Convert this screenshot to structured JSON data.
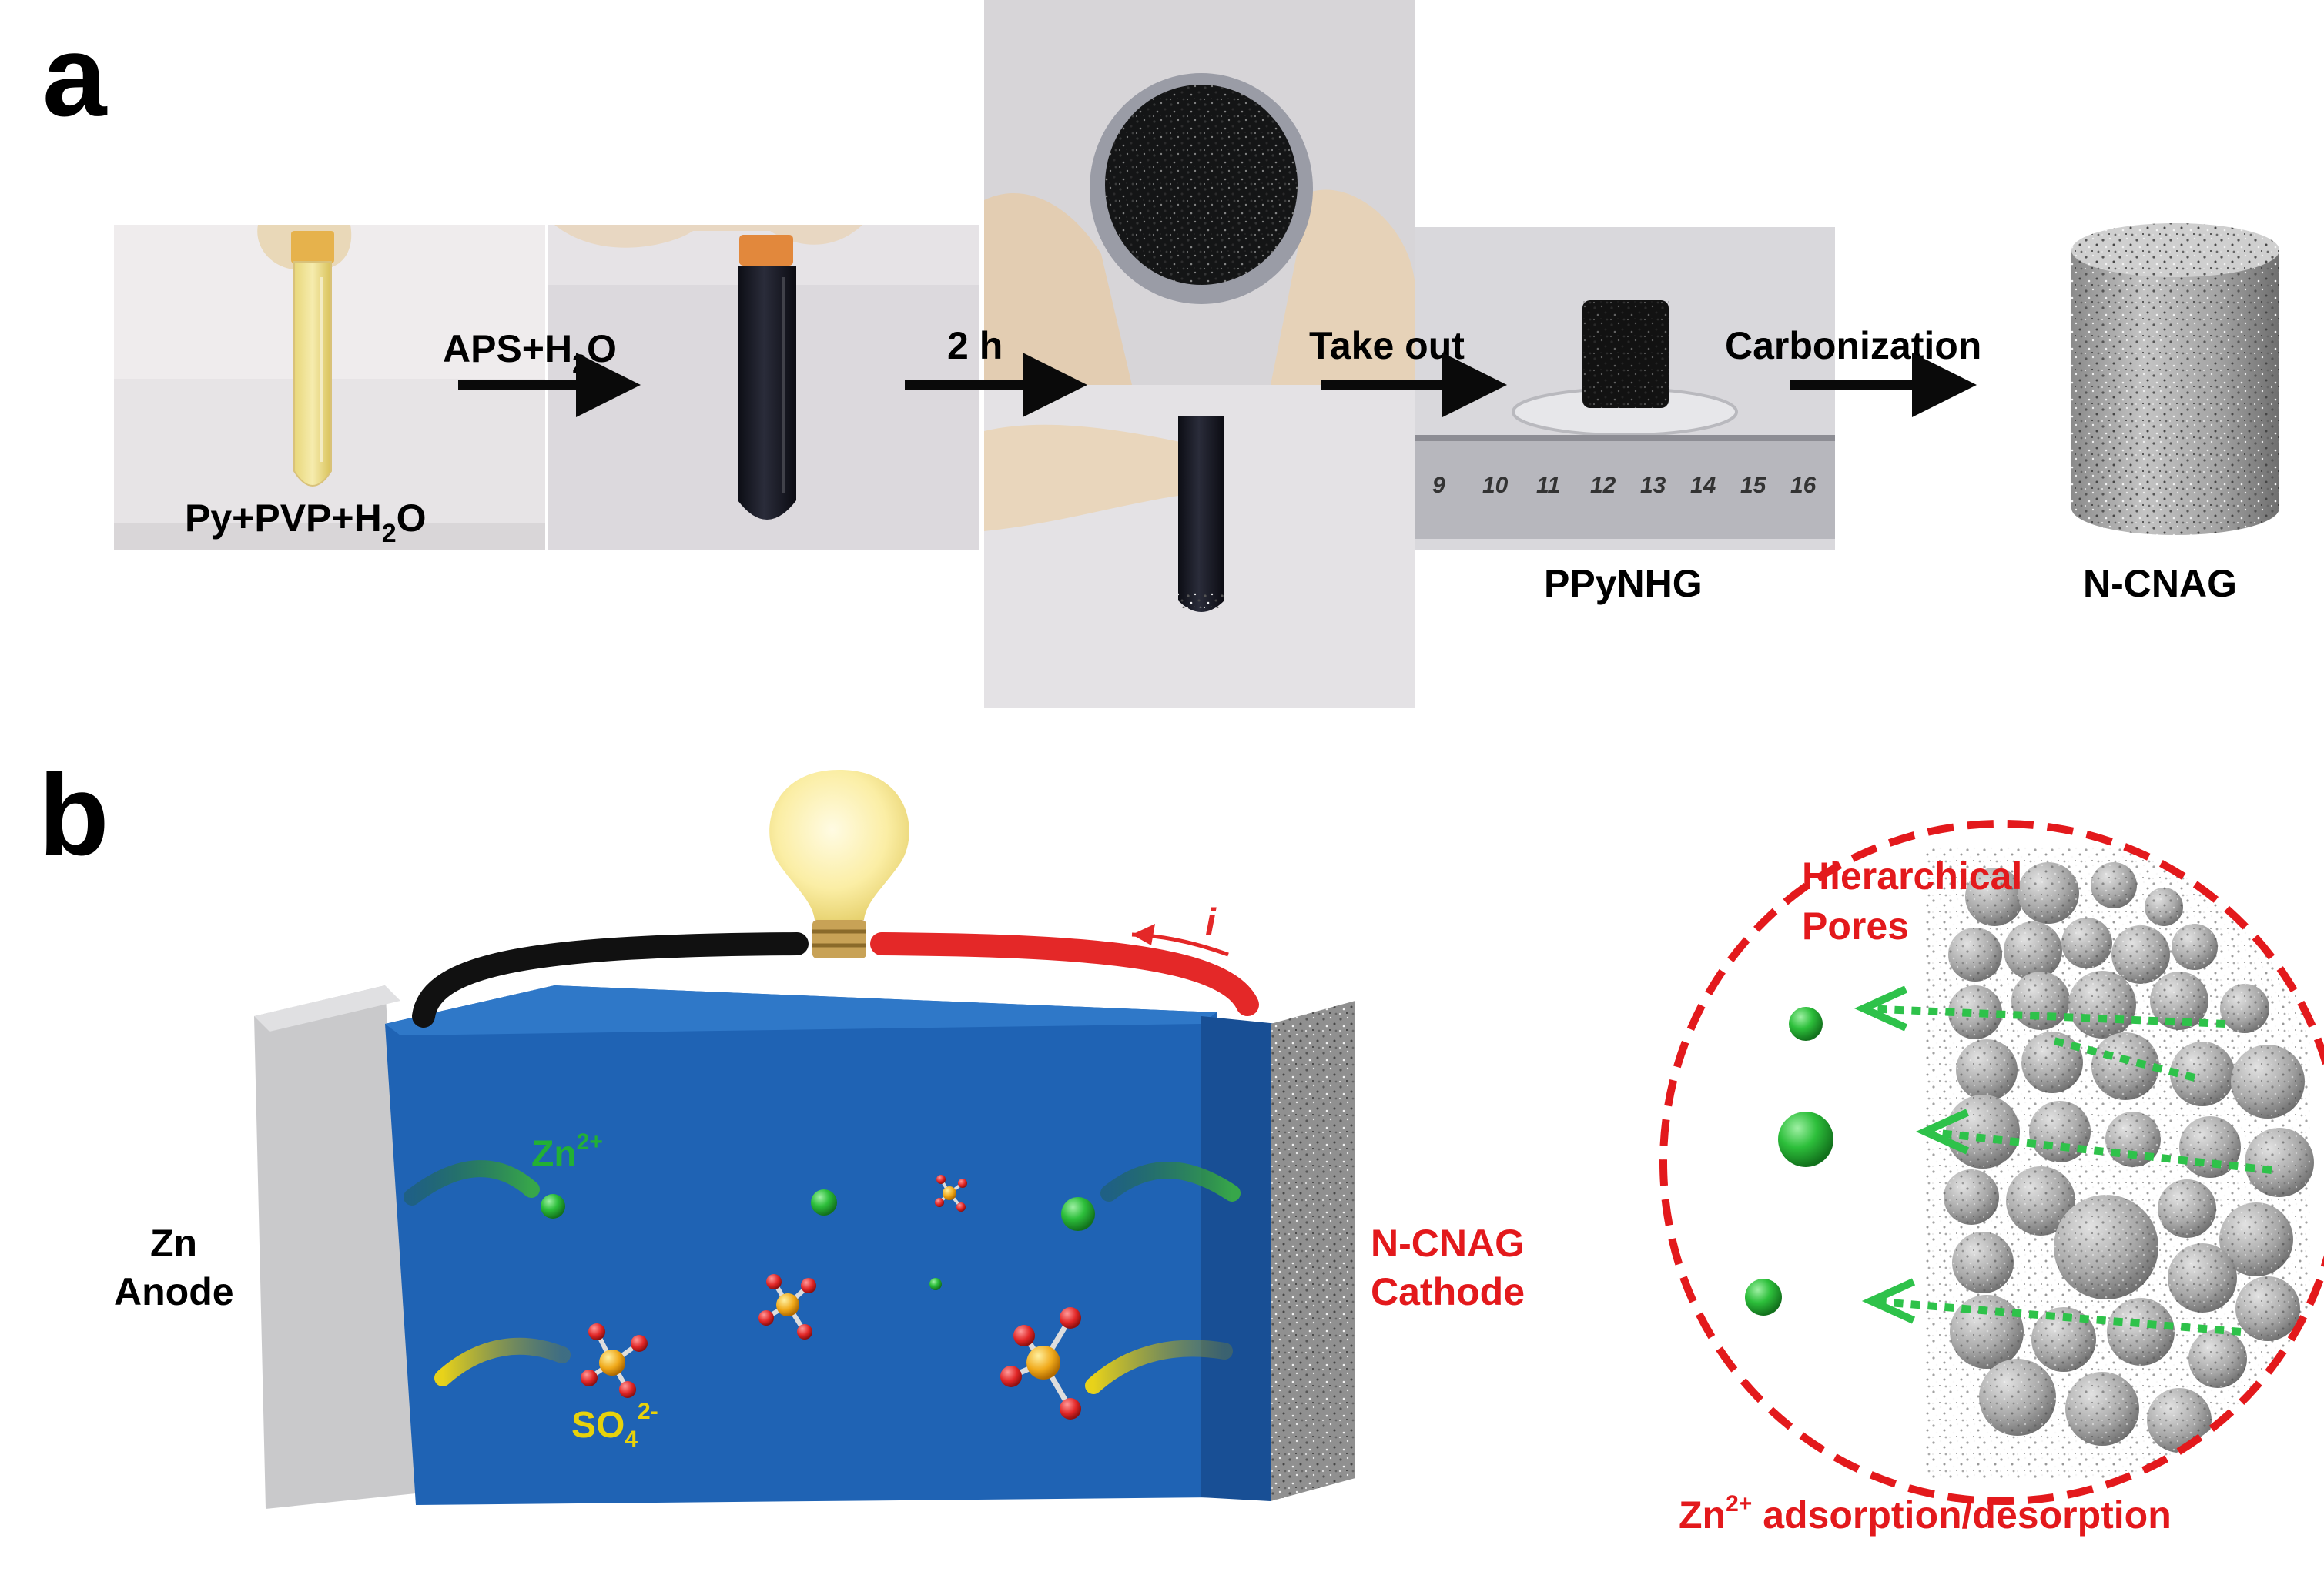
{
  "panel_a": {
    "label": "a",
    "step1_label": "Py+PVP+H",
    "step1_sub": "2",
    "step1_tail": "O",
    "arrow1_label": "APS+H",
    "arrow1_sub": "2",
    "arrow1_tail": "O",
    "arrow2_label": "2 h",
    "arrow3_label": "Take out",
    "arrow4_label": "Carbonization",
    "product1_label": "PPyNHG",
    "product2_label": "N-CNAG",
    "ruler_ticks": [
      "9",
      "10",
      "11",
      "12",
      "13",
      "14",
      "15",
      "16"
    ]
  },
  "panel_b": {
    "label": "b",
    "anode_line1": "Zn",
    "anode_line2": "Anode",
    "cathode_line1": "N-CNAG",
    "cathode_line2": "Cathode",
    "zn_ion": "Zn",
    "zn_ion_sup": "2+",
    "so4_ion": "SO",
    "so4_sub": "4",
    "so4_sup": "2-",
    "current_label": "i",
    "pores_line1": "Hierarchical",
    "pores_line2": "Pores",
    "adsorption_prefix": "Zn",
    "adsorption_sup": "2+",
    "adsorption_text": " adsorption/desorption"
  },
  "colors": {
    "electrolyte": "#1f63b4",
    "red_label": "#e3191c",
    "green_ion": "#22b035",
    "yellow_label": "#e7d20b"
  }
}
